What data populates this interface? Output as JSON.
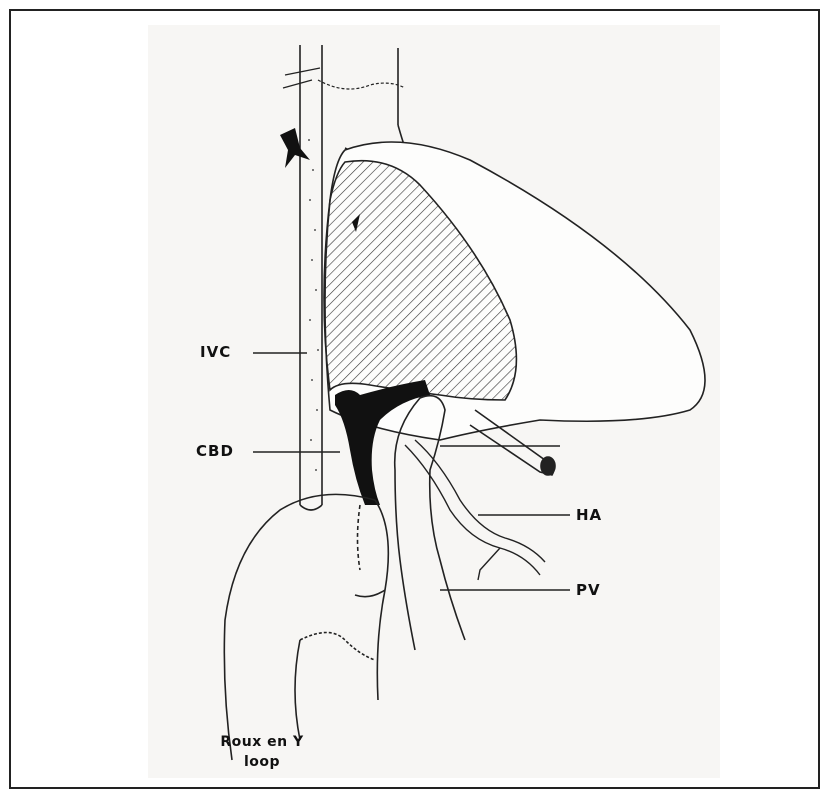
{
  "labels": {
    "ivc": "IVC",
    "cbd": "CBD",
    "ha": "HA",
    "pv": "PV",
    "roux_line1": "Roux en Y",
    "roux_line2": "loop"
  }
}
